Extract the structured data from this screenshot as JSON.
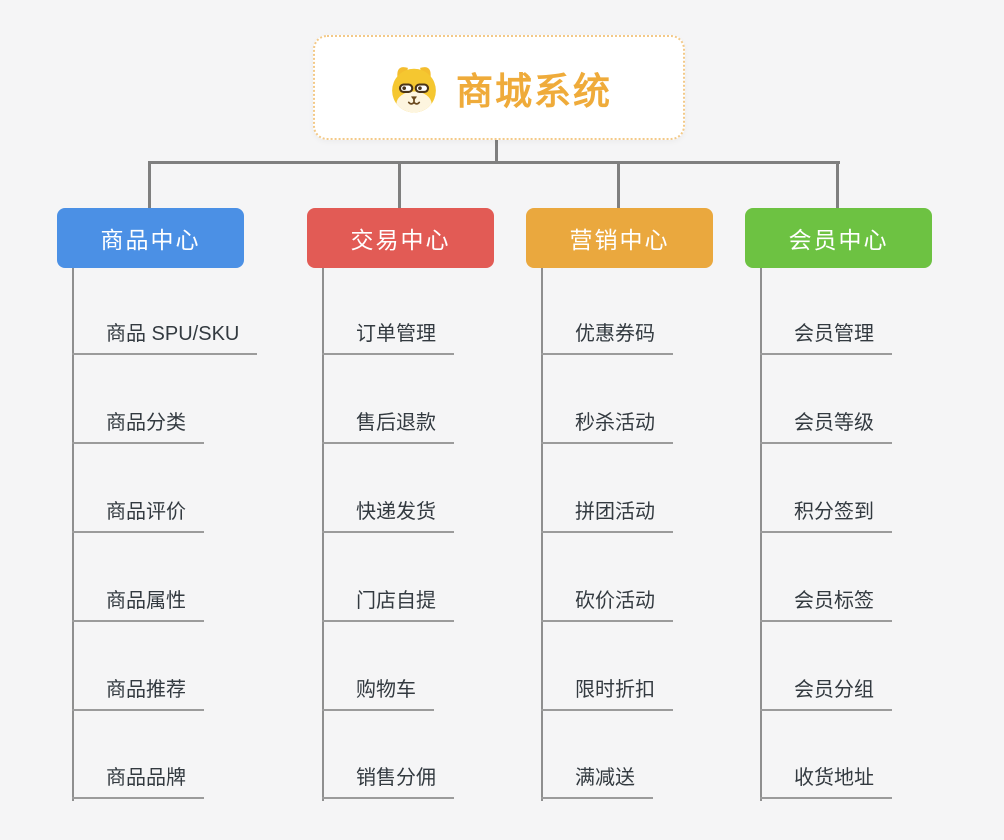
{
  "page": {
    "background_color": "#f5f5f6",
    "connector_color": "#7f7f7f"
  },
  "root": {
    "title": "商城系统",
    "text_color": "#efab3a",
    "border_color": "#f3c988",
    "icon": "dog-face-icon"
  },
  "branches": [
    {
      "label": "商品中心",
      "color": "#4b90e5",
      "items": [
        "商品 SPU/SKU",
        "商品分类",
        "商品评价",
        "商品属性",
        "商品推荐",
        "商品品牌"
      ]
    },
    {
      "label": "交易中心",
      "color": "#e25b55",
      "items": [
        "订单管理",
        "售后退款",
        "快递发货",
        "门店自提",
        "购物车",
        "销售分佣"
      ]
    },
    {
      "label": "营销中心",
      "color": "#eaa83e",
      "items": [
        "优惠券码",
        "秒杀活动",
        "拼团活动",
        "砍价活动",
        "限时折扣",
        "满减送"
      ]
    },
    {
      "label": "会员中心",
      "color": "#6dc242",
      "items": [
        "会员管理",
        "会员等级",
        "积分签到",
        "会员标签",
        "会员分组",
        "收货地址"
      ]
    }
  ]
}
